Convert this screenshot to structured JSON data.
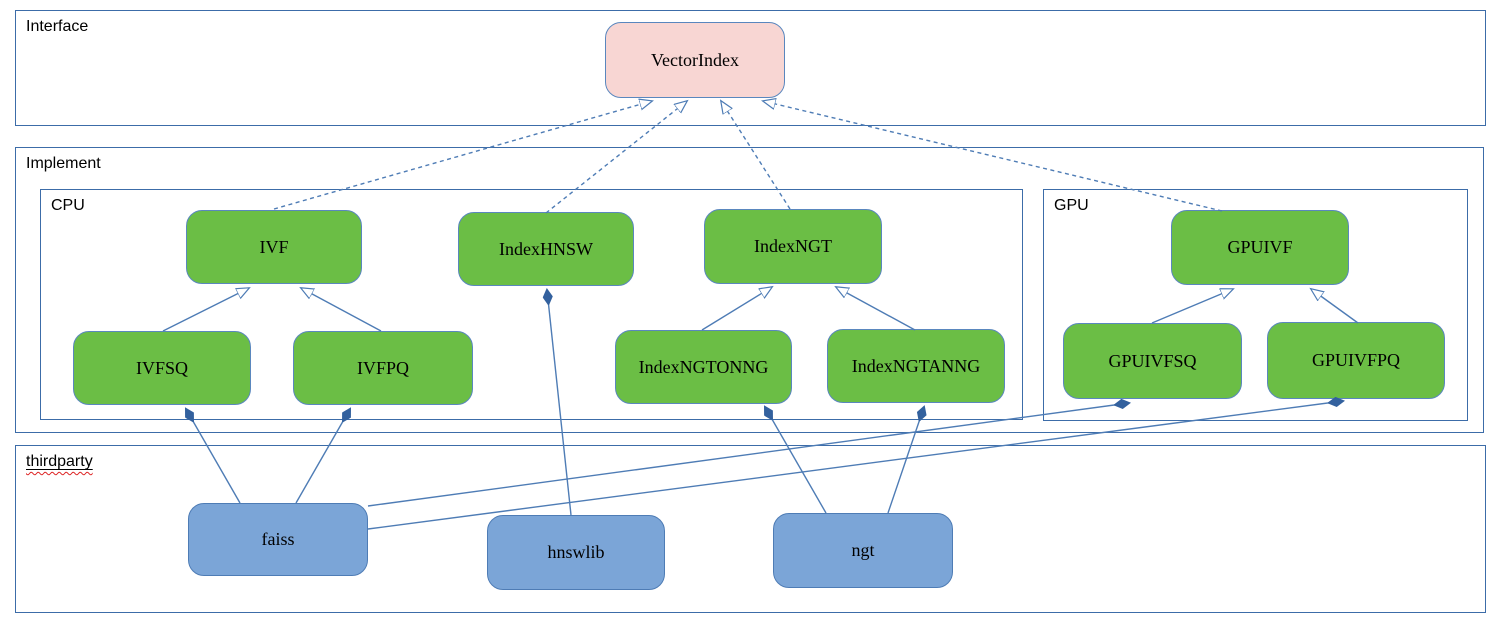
{
  "diagram": {
    "containers": {
      "interface": {
        "label": "Interface"
      },
      "implement": {
        "label": "Implement"
      },
      "cpu": {
        "label": "CPU"
      },
      "gpu": {
        "label": "GPU"
      },
      "thirdparty": {
        "label": "thirdparty",
        "spellcheck_underline": true
      }
    },
    "nodes": {
      "vectorindex": {
        "label": "VectorIndex",
        "kind": "interface"
      },
      "ivf": {
        "label": "IVF",
        "kind": "cpu-implementation"
      },
      "indexhnsw": {
        "label": "IndexHNSW",
        "kind": "cpu-implementation"
      },
      "indexngt": {
        "label": "IndexNGT",
        "kind": "cpu-implementation"
      },
      "gpuivf": {
        "label": "GPUIVF",
        "kind": "gpu-implementation"
      },
      "ivfsq": {
        "label": "IVFSQ",
        "kind": "cpu-implementation"
      },
      "ivfpq": {
        "label": "IVFPQ",
        "kind": "cpu-implementation"
      },
      "indexngtonng": {
        "label": "IndexNGTONNG",
        "kind": "cpu-implementation"
      },
      "indexngtanng": {
        "label": "IndexNGTANNG",
        "kind": "cpu-implementation"
      },
      "gpuivfsq": {
        "label": "GPUIVFSQ",
        "kind": "gpu-implementation"
      },
      "gpuivfpq": {
        "label": "GPUIVFPQ",
        "kind": "gpu-implementation"
      },
      "faiss": {
        "label": "faiss",
        "kind": "thirdparty-library"
      },
      "hnswlib": {
        "label": "hnswlib",
        "kind": "thirdparty-library"
      },
      "ngt": {
        "label": "ngt",
        "kind": "thirdparty-library"
      }
    },
    "edges": [
      {
        "from": "ivf",
        "to": "vectorindex",
        "type": "realization",
        "points": [
          [
            274,
            209
          ],
          [
            652,
            101
          ]
        ]
      },
      {
        "from": "indexhnsw",
        "to": "vectorindex",
        "type": "realization",
        "points": [
          [
            546,
            213
          ],
          [
            687,
            101
          ]
        ]
      },
      {
        "from": "indexngt",
        "to": "vectorindex",
        "type": "realization",
        "points": [
          [
            790,
            209
          ],
          [
            721,
            101
          ]
        ]
      },
      {
        "from": "gpuivf",
        "to": "vectorindex",
        "type": "realization",
        "points": [
          [
            1222,
            211
          ],
          [
            763,
            101
          ]
        ]
      },
      {
        "from": "ivfsq",
        "to": "ivf",
        "type": "generalization",
        "points": [
          [
            163,
            331
          ],
          [
            249,
            288
          ]
        ]
      },
      {
        "from": "ivfpq",
        "to": "ivf",
        "type": "generalization",
        "points": [
          [
            381,
            331
          ],
          [
            301,
            288
          ]
        ]
      },
      {
        "from": "indexngtonng",
        "to": "indexngt",
        "type": "generalization",
        "points": [
          [
            702,
            330
          ],
          [
            772,
            287
          ]
        ]
      },
      {
        "from": "indexngtanng",
        "to": "indexngt",
        "type": "generalization",
        "points": [
          [
            915,
            330
          ],
          [
            836,
            287
          ]
        ]
      },
      {
        "from": "gpuivfsq",
        "to": "gpuivf",
        "type": "generalization",
        "points": [
          [
            1152,
            323
          ],
          [
            1233,
            289
          ]
        ]
      },
      {
        "from": "gpuivfpq",
        "to": "gpuivf",
        "type": "generalization",
        "points": [
          [
            1358,
            323
          ],
          [
            1311,
            289
          ]
        ]
      },
      {
        "from": "faiss",
        "to": "ivfsq",
        "type": "composition",
        "points": [
          [
            240,
            503
          ],
          [
            186,
            409
          ]
        ]
      },
      {
        "from": "faiss",
        "to": "ivfpq",
        "type": "composition",
        "points": [
          [
            296,
            503
          ],
          [
            350,
            409
          ]
        ]
      },
      {
        "from": "faiss",
        "to": "gpuivfsq",
        "type": "composition",
        "points": [
          [
            368,
            506
          ],
          [
            1129,
            403
          ]
        ]
      },
      {
        "from": "faiss",
        "to": "gpuivfpq",
        "type": "composition",
        "points": [
          [
            368,
            529
          ],
          [
            1343,
            401
          ]
        ]
      },
      {
        "from": "hnswlib",
        "to": "indexhnsw",
        "type": "composition",
        "points": [
          [
            571,
            515
          ],
          [
            547,
            290
          ]
        ]
      },
      {
        "from": "ngt",
        "to": "indexngtonng",
        "type": "composition",
        "points": [
          [
            826,
            513
          ],
          [
            765,
            407
          ]
        ]
      },
      {
        "from": "ngt",
        "to": "indexngtanng",
        "type": "composition",
        "points": [
          [
            888,
            513
          ],
          [
            924,
            407
          ]
        ]
      }
    ],
    "colors": {
      "line": "#4e7cb5",
      "frame_border": "#3c6ca8",
      "node_border": "#5a87be",
      "green_fill": "#6bbe45",
      "blue_fill": "#7ba5d7",
      "pink_fill": "#f8d6d3",
      "diamond_fill": "#33619e",
      "squiggle": "#dd2222",
      "text": "#000000"
    }
  }
}
